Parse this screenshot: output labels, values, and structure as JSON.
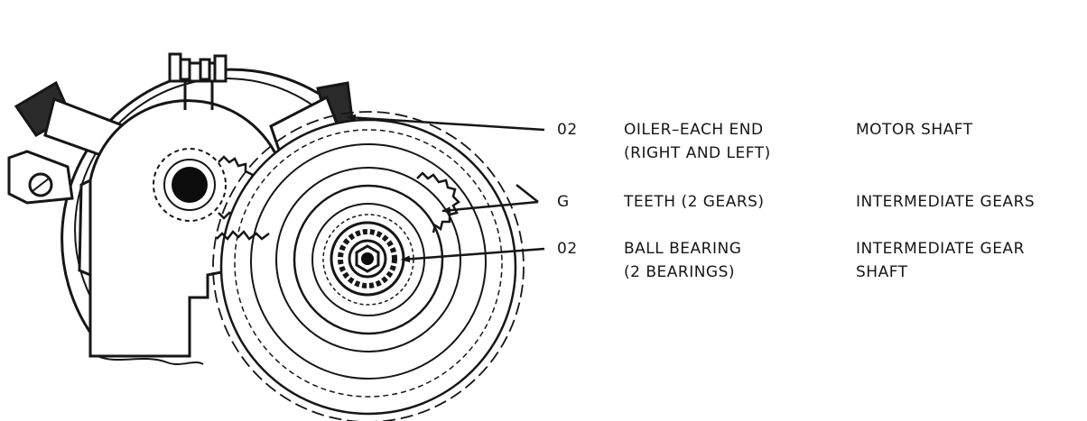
{
  "rows": [
    {
      "code": "02",
      "part": [
        "OILER–EACH END",
        "(RIGHT AND LEFT)"
      ],
      "location": [
        "MOTOR SHAFT"
      ]
    },
    {
      "code": "G",
      "part": [
        "TEETH (2 GEARS)"
      ],
      "location": [
        "INTERMEDIATE GEARS"
      ]
    },
    {
      "code": "02",
      "part": [
        "BALL BEARING",
        "(2 BEARINGS)"
      ],
      "location": [
        "INTERMEDIATE GEAR",
        "SHAFT"
      ]
    }
  ],
  "colors": {
    "ink": "#161616",
    "paper": "#ffffff"
  }
}
